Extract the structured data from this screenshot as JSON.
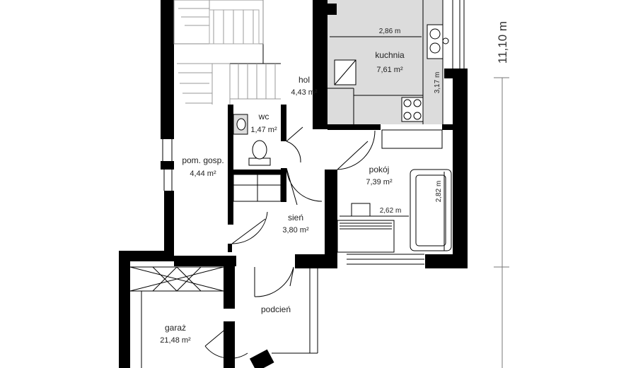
{
  "rooms": {
    "kuchnia": {
      "name": "kuchnia",
      "area": "7,61 m²"
    },
    "hol": {
      "name": "hol",
      "area": "4,43 m²"
    },
    "wc": {
      "name": "wc",
      "area": "1,47 m²"
    },
    "pom_gosp": {
      "name": "pom. gosp.",
      "area": "4,44 m²"
    },
    "pokoj": {
      "name": "pokój",
      "area": "7,39 m²"
    },
    "sien": {
      "name": "sień",
      "area": "3,80 m²"
    },
    "podcien": {
      "name": "podcień"
    },
    "garaz": {
      "name": "garaż",
      "area": "21,48 m²"
    }
  },
  "dimensions": {
    "kitchen_width": "2,86 m",
    "kitchen_depth": "3,17 m",
    "room_width": "2,62 m",
    "room_depth": "2,82 m",
    "overall": "11,10 m"
  },
  "colors": {
    "wall": "#000000",
    "floor_gray": "#dcdcdc",
    "stair_gray": "#999999"
  }
}
